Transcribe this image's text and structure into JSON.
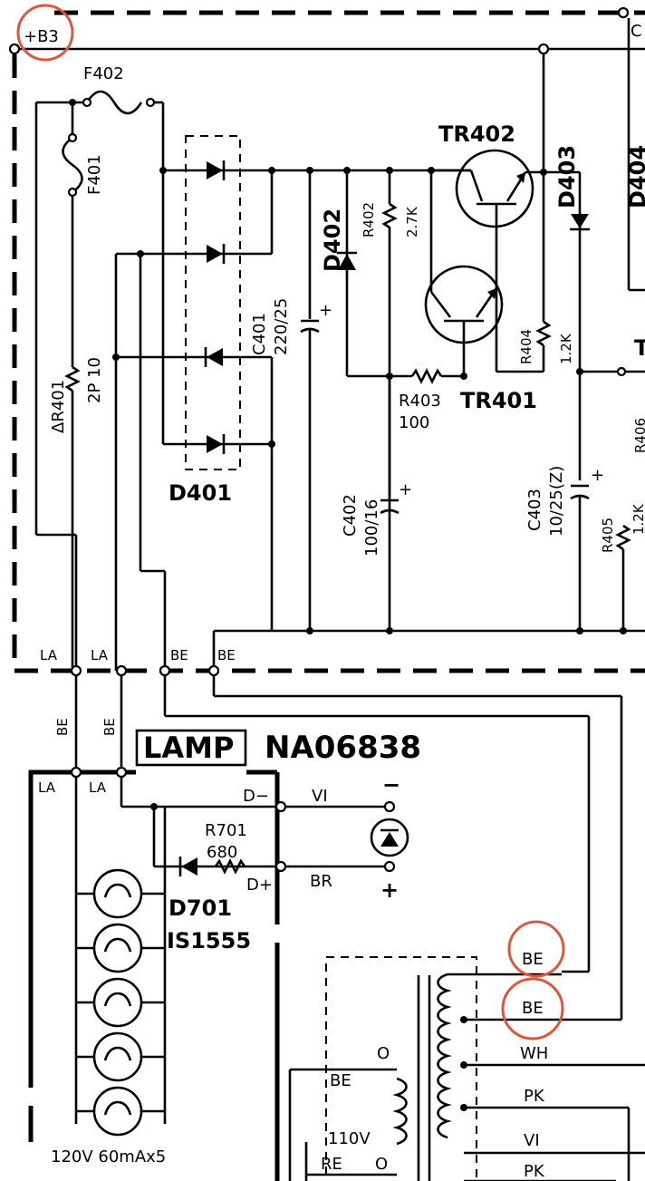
{
  "labels": {
    "b3": "+B3",
    "c_edge": "C",
    "f402": "F402",
    "f401": "F401",
    "r401": "ΔR401",
    "r401_val": "2P 10",
    "d401": "D401",
    "c401": "C401",
    "c401_val": "220/25",
    "d402": "D402",
    "r402": "R402",
    "r402_val": "2.7K",
    "tr402": "TR402",
    "d403": "D403",
    "d404_cut": "D404",
    "tr401": "TR401",
    "r403": "R403",
    "r403_val": "100",
    "r404": "R404",
    "r404_val": "1.2K",
    "c402": "C402",
    "c402_val": "100/16",
    "c403": "C403",
    "c403_val": "10/25(Z)",
    "r405": "R405",
    "r405_val_cut": "1.2K",
    "r406_cut": "R406",
    "edge_t": "T",
    "la1": "LA",
    "la2": "LA",
    "be1": "BE",
    "be2": "BE",
    "be_v1": "BE",
    "be_v2": "BE",
    "lamp": "LAMP",
    "part_no": "NA06838",
    "la3": "LA",
    "la4": "LA",
    "d_minus": "D−",
    "vi_top": "VI",
    "r701": "R701",
    "r701_val": "680",
    "d_plus": "D+",
    "br": "BR",
    "minus_sign": "−",
    "plus_sign": "+",
    "d701": "D701",
    "d701_part": "IS1555",
    "lamp_spec": "120V  60mAx5",
    "be_c1": "BE",
    "be_c2": "BE",
    "wh": "WH",
    "pk1": "PK",
    "vi2": "VI",
    "pk2": "PK",
    "o1": "O",
    "be_inner": "BE",
    "v110": "110V",
    "re": "RE",
    "o2": "O"
  }
}
